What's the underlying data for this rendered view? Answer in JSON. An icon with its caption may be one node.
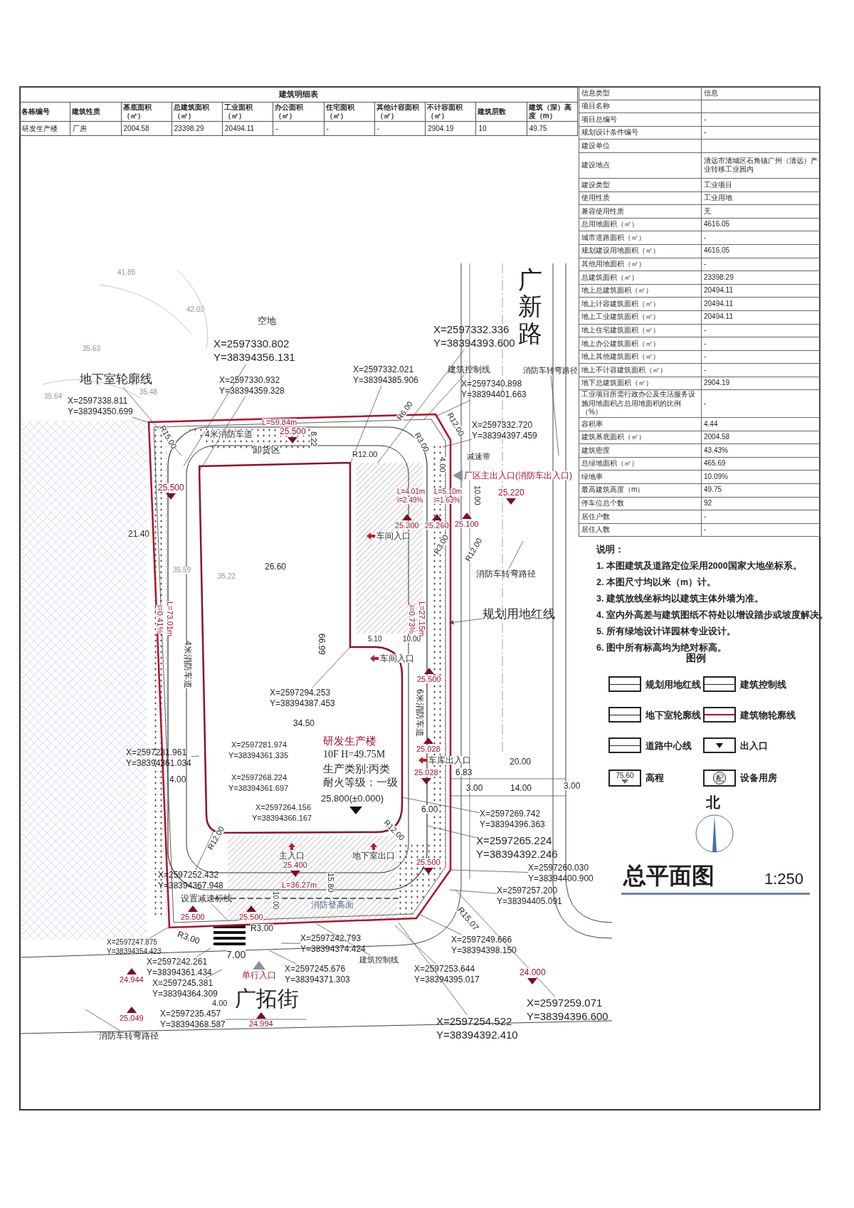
{
  "diagram": {
    "title": "总平面图",
    "nodes": [
      {
        "text": [],
        "shape": "box"
      },
      {
        "text": [
          "研发生产楼",
          "10F H=49.75M",
          "生产类别:丙类",
          "耐火等级：一级",
          "25.800(±0.000)",
          "X=2597281.974",
          "Y=38394361.335",
          "X=2597268.224",
          "Y=38394361.697",
          "X=2597264.156",
          "Y=38394366.167"
        ],
        "in": 0
      },
      {
        "text": [
          "X=2597330.802",
          "Y=38394356.131"
        ]
      },
      {
        "text": [
          "X=2597330.932",
          "Y=38394359.328"
        ]
      },
      {
        "text": [
          "X=2597338.811",
          "Y=38394350.699"
        ]
      },
      {
        "text": [
          "X=2597332.336",
          "Y=38394393.600"
        ]
      },
      {
        "text": [
          "X=2597332.021",
          "Y=38394385.906"
        ]
      },
      {
        "text": [
          "X=2597340.898",
          "Y=38394401.663"
        ]
      },
      {
        "text": [
          "X=2597332.720",
          "Y=38394397.459"
        ]
      },
      {
        "text": [
          "X=2597294.253",
          "Y=38394387.453"
        ],
        "in": 1
      },
      {
        "text": [
          "X=2597281.961",
          "Y=38394361.034"
        ]
      },
      {
        "text": [
          "X=2597269.742",
          "Y=38394396.363"
        ]
      },
      {
        "text": [
          "X=2597265.224",
          "Y=38394392.246"
        ]
      },
      {
        "text": [
          "X=2597260.030",
          "Y=38394400.900"
        ]
      },
      {
        "text": [
          "X=2597257.200",
          "Y=38394405.091"
        ]
      },
      {
        "text": [
          "X=2597252.432",
          "Y=38394367.948"
        ],
        "in": 0
      },
      {
        "text": [
          "X=2597242.793",
          "Y=38394374.424"
        ]
      },
      {
        "text": [
          "X=2597249.666",
          "Y=38394398.150"
        ]
      },
      {
        "text": [
          "X=2597247.875",
          "Y=38394354.423"
        ]
      },
      {
        "text": [
          "X=2597242.261",
          "Y=38394361.434"
        ]
      },
      {
        "text": [
          "X=2597245.381",
          "Y=38394364.309"
        ]
      },
      {
        "text": [
          "X=2597245.676",
          "Y=38394371.303"
        ]
      },
      {
        "text": [
          "X=2597253.644",
          "Y=38394395.017"
        ]
      },
      {
        "text": [
          "X=2597259.071",
          "Y=38394396.600"
        ]
      },
      {
        "text": [
          "X=2597254.522",
          "Y=38394392.410"
        ]
      },
      {
        "text": [
          "X=2597235.457",
          "Y=38394368.587"
        ]
      },
      {
        "text": [
          "地下室轮廓线"
        ]
      },
      {
        "text": [
          "建筑控制线"
        ]
      },
      {
        "text": [
          "消防车转弯路径"
        ]
      },
      {
        "text": [
          "消防车转弯路径"
        ]
      },
      {
        "text": [
          "规划用地红线"
        ]
      },
      {
        "text": [
          "建筑控制线"
        ]
      },
      {
        "text": [
          "消防车转弯路径"
        ]
      },
      {
        "text": [
          "设置减速标线"
        ],
        "in": 0
      }
    ],
    "edges": [
      {
        "from": 2,
        "to": 0,
        "arrow": "none"
      },
      {
        "from": 3,
        "to": 1,
        "arrow": "none"
      },
      {
        "from": 4,
        "to": 0,
        "arrow": "none"
      },
      {
        "from": 5,
        "to": 1,
        "arrow": "none"
      },
      {
        "from": 6,
        "to": 1,
        "arrow": "none"
      },
      {
        "from": 7,
        "to": 0,
        "arrow": "none"
      },
      {
        "from": 8,
        "to": 0,
        "arrow": "none"
      },
      {
        "from": 9,
        "to": 1,
        "arrow": "none"
      },
      {
        "from": 10,
        "to": 1,
        "arrow": "none"
      },
      {
        "from": 11,
        "to": 1,
        "arrow": "none"
      },
      {
        "from": 12,
        "to": 0,
        "arrow": "none"
      },
      {
        "from": 13,
        "to": 0,
        "arrow": "none"
      },
      {
        "from": 14,
        "to": 0,
        "arrow": "none"
      },
      {
        "from": 15,
        "to": 1,
        "arrow": "none"
      },
      {
        "from": 16,
        "to": null,
        "arrow": "none"
      },
      {
        "from": 17,
        "to": 0,
        "arrow": "none"
      },
      {
        "from": 18,
        "to": 0,
        "arrow": "none"
      },
      {
        "from": 19,
        "to": null,
        "arrow": "none"
      },
      {
        "from": 20,
        "to": null,
        "arrow": "none"
      },
      {
        "from": 21,
        "to": null,
        "arrow": "none"
      },
      {
        "from": 22,
        "to": 0,
        "arrow": "none"
      },
      {
        "from": 23,
        "to": null,
        "arrow": "none"
      },
      {
        "from": 24,
        "to": 0,
        "arrow": "none"
      },
      {
        "from": 25,
        "to": null,
        "arrow": "none"
      },
      {
        "from": 26,
        "to": 0,
        "arrow": "none"
      },
      {
        "from": 27,
        "to": 0,
        "arrow": "none"
      },
      {
        "from": 28,
        "to": null,
        "arrow": "none"
      },
      {
        "from": 29,
        "to": null,
        "arrow": "none"
      },
      {
        "from": 30,
        "to": 0,
        "arrow": "to"
      },
      {
        "from": 31,
        "to": 0,
        "arrow": "none"
      },
      {
        "from": 32,
        "to": null,
        "arrow": "none"
      },
      {
        "from": 33,
        "to": 0,
        "arrow": "none"
      }
    ],
    "labels": [
      "建筑明细表",
      "各栋编号",
      "建筑性质",
      "基底面积（㎡）",
      "总建筑面积（㎡）",
      "工业面积（㎡）",
      "办公面积（㎡）",
      "住宅面积（㎡）",
      "其他计容面积（㎡）",
      "不计容面积（㎡）",
      "建筑层数",
      "建筑（深）高度（m）",
      "研发生产楼",
      "厂房",
      "2004.58",
      "23398.29",
      "20494.11",
      "-",
      "-",
      "-",
      "2904.19",
      "10",
      "49.75",
      "信息类型",
      "信息",
      "项目名称",
      "项目总编号",
      "-",
      "规划设计条件编号",
      "-",
      "建设单位",
      "建设地点",
      "清远市清城区石角镇广州（清远）产业转移工业园内",
      "建设类型",
      "工业项目",
      "使用性质",
      "工业用地",
      "兼容使用性质",
      "无",
      "总用地面积（㎡）",
      "4616.05",
      "城市道路面积（㎡）",
      "-",
      "规划建设用地面积（㎡）",
      "4616.05",
      "其他用地面积（㎡）",
      "-",
      "总建筑面积（㎡）",
      "23398.29",
      "地上总建筑面积（㎡）",
      "20494.11",
      "地上计容建筑面积（㎡）",
      "20494.11",
      "地上工业建筑面积（㎡）",
      "20494.11",
      "地上住宅建筑面积（㎡）",
      "-",
      "地上办公建筑面积（㎡）",
      "-",
      "地上其他建筑面积（㎡）",
      "-",
      "地上不计容建筑面积（㎡）",
      "-",
      "地下总建筑面积（㎡）",
      "2904.19",
      "工业项目所需行政办公及生活服务设施用地面积占总用地面积的比例（%）",
      "-",
      "容积率",
      "4.44",
      "建筑基底面积（㎡）",
      "2004.58",
      "建筑密度",
      "43.43%",
      "总绿地面积（㎡）",
      "465.69",
      "绿地率",
      "10.09%",
      "最高建筑高度（m）",
      "49.75",
      "停车位总个数",
      "92",
      "居住户数",
      "-",
      "居住人数",
      "-",
      "41.85",
      "42.03",
      "35.63",
      "35.64",
      "35.48",
      "35.59",
      "35.22",
      "空地",
      "4米消防车道",
      "L=59.84m",
      "8.22",
      "卸货区",
      "25.500",
      "R15.00",
      "R6.00",
      "R12.00",
      "R12.00",
      "R3.00",
      "4.00",
      "减速带",
      "厂区主出入口(消防车出入口)",
      "25.500",
      "L=4.01m",
      "i=2.49%",
      "L=5.10m",
      "i=1.63%",
      "10.00",
      "25.220",
      "25.300",
      "25.260",
      "25.100",
      "R3.00",
      "R12.00",
      "21.40",
      "26.60",
      "车间入口",
      "i=0.41%",
      "L=73.01m",
      "4米消防车道",
      "66.99",
      "5.10",
      "10.00",
      "车间入口",
      "i=0.73%",
      "L=27.15m",
      "25.500",
      "6米消防车道",
      "34.50",
      "25.028",
      "车库出入口",
      "25.028",
      "6.83",
      "20.00",
      "3.00",
      "14.00",
      "3.00",
      "6.00",
      "4.00",
      "R12.00",
      "R12.00",
      "主入口",
      "地下室出口",
      "25.400",
      "25.500",
      "L=36.27m",
      "15.80",
      "10.00",
      "消防登高面",
      "25.500",
      "25.500",
      "R3.00",
      "7.00",
      "R3.00",
      "4.00",
      "24.944",
      "单行入口",
      "24.000",
      "广拓街",
      "25.049",
      "24.994",
      "R15.07",
      "广新路",
      "说明：",
      "1. 本图建筑及道路定位采用2000国家大地坐标系。",
      "2. 本图尺寸均以米（m）计。",
      "3. 建筑放线坐标均以建筑主体外墙为准。",
      "4. 室内外高差与建筑图纸不符处以增设踏步或坡度解决。",
      "5. 所有绿地设计详园林专业设计。",
      "6. 图中所有标高均为绝对标高。",
      "图例",
      "75.60",
      "配",
      "北",
      "1:250"
    ],
    "legend": [
      {
        "text": "规划用地红线"
      },
      {
        "text": "建筑控制线"
      },
      {
        "text": "地下室轮廓线"
      },
      {
        "text": "建筑物轮廓线"
      },
      {
        "text": "道路中心线"
      },
      {
        "text": "出入口"
      },
      {
        "text": "高程"
      },
      {
        "text": "设备用房"
      }
    ]
  }
}
